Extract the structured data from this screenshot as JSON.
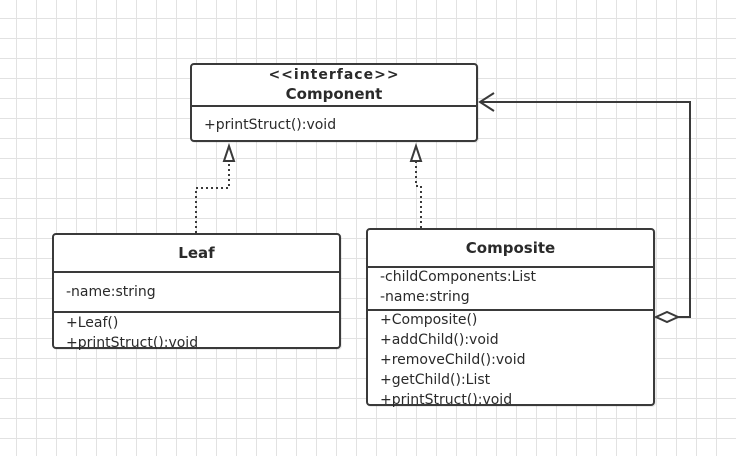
{
  "classes": {
    "component": {
      "stereotype": "<<interface>>",
      "name": "Component",
      "methods": [
        "+printStruct():void"
      ]
    },
    "leaf": {
      "name": "Leaf",
      "attributes": [
        "-name:string"
      ],
      "methods": [
        "+Leaf()",
        "+printStruct():void"
      ]
    },
    "composite": {
      "name": "Composite",
      "attributes": [
        "-childComponents:List",
        "-name:string"
      ],
      "methods": [
        "+Composite()",
        "+addChild():void",
        "+removeChild():void",
        "+getChild():List",
        "+printStruct():void"
      ]
    }
  },
  "relationships": [
    {
      "type": "realization",
      "from": "Leaf",
      "to": "Component"
    },
    {
      "type": "realization",
      "from": "Composite",
      "to": "Component"
    },
    {
      "type": "aggregation",
      "from": "Composite",
      "to": "Component"
    }
  ],
  "colors": {
    "line": "#3a3a3a",
    "grid": "#e2e2e2",
    "background": "#ffffff"
  }
}
